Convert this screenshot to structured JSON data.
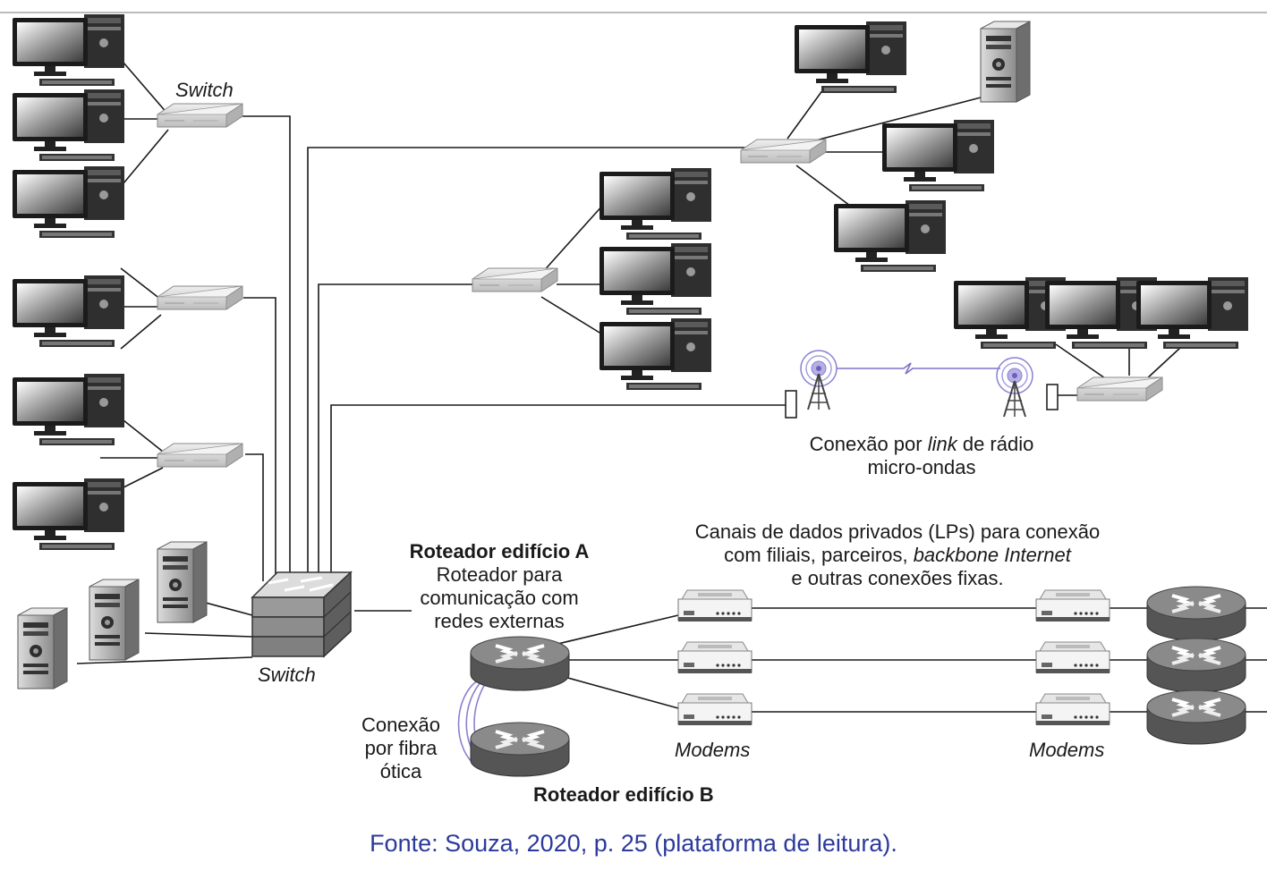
{
  "labels": {
    "switch_top": "Switch",
    "switch_main": "Switch",
    "radio_line1_a": "Conexão por ",
    "radio_line1_link": "link",
    "radio_line1_b": " de rádio",
    "radio_line2": "micro-ondas",
    "lp_line1": "Canais de dados privados (LPs) para conexão",
    "lp_line2_a": "com filiais, parceiros, ",
    "lp_line2_b": "backbone Internet",
    "lp_line3": "e outras conexões fixas.",
    "router_a_title": "Roteador edifício A",
    "router_a_line1": "Roteador para",
    "router_a_line2": "comunicação com",
    "router_a_line3": "redes externas",
    "fiber_line1": "Conexão",
    "fiber_line2": "por fibra",
    "fiber_line3": "ótica",
    "router_b_title": "Roteador edifício B",
    "modems_left": "Modems",
    "modems_right": "Modems"
  },
  "caption": "Fonte: Souza, 2020, p. 25 (plataforma de leitura).",
  "colors": {
    "caption": "#2b3a9c",
    "radio_link": "#7b72c9",
    "fiber": "#8a80d0",
    "device_dark": "#2a2a2a",
    "device_gray": "#b5b5b5"
  }
}
